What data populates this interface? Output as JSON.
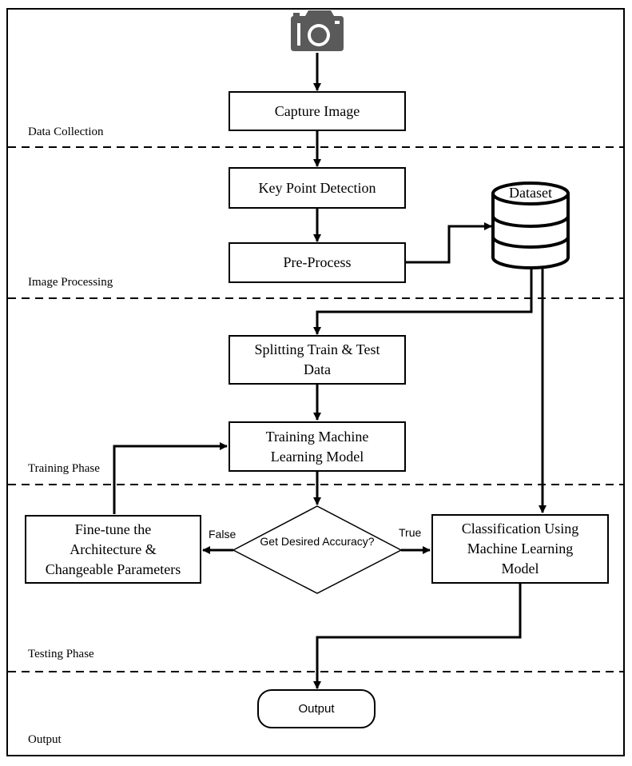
{
  "phases": {
    "data_collection": "Data Collection",
    "image_processing": "Image Processing",
    "training": "Training Phase",
    "testing": "Testing Phase",
    "output": "Output"
  },
  "nodes": {
    "capture": "Capture Image",
    "keypoint": "Key Point Detection",
    "preprocess": "Pre-Process",
    "dataset": "Dataset",
    "split": "Splitting Train & Test\nData",
    "train": "Training Machine\nLearning Model",
    "decision": "Get Desired\nAccuracy?",
    "finetune": "Fine-tune the\nArchitecture &\nChangeable Parameters",
    "classify": "Classification Using\nMachine Learning\nModel",
    "output": "Output"
  },
  "edges": {
    "false_label": "False",
    "true_label": "True"
  },
  "icons": {
    "source": "camera-icon",
    "store": "database-icon"
  },
  "colors": {
    "camera": "#5a5a5a",
    "line": "#000000"
  }
}
